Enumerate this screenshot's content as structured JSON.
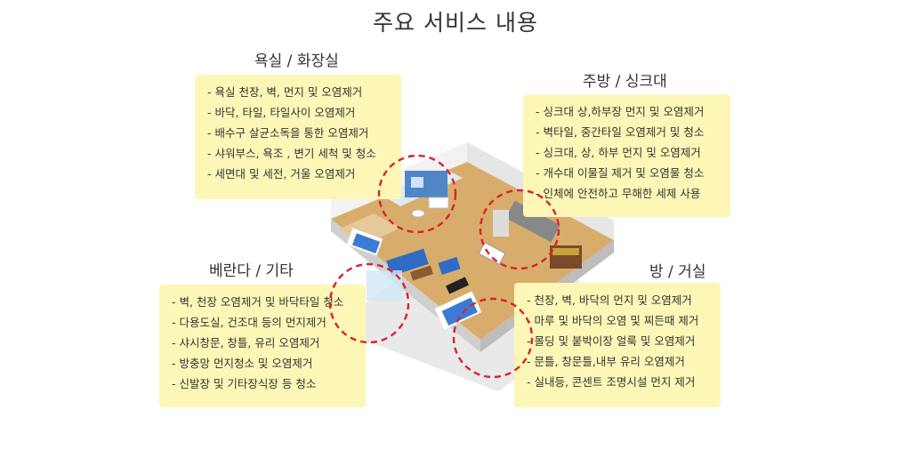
{
  "title": "주요 서비스 내용",
  "sections": [
    {
      "id": "bathroom",
      "heading": "욕실 / 화장실",
      "items": [
        "- 욕실 천장, 벽, 먼지 및 오염제거",
        "- 바닥, 타일, 타일사이 오염제거",
        "- 배수구 살균소독을 통한 오염제거",
        "- 샤워부스, 욕조 , 변기 세척 및 청소",
        "- 세면대 및 세전, 거울 오염제거"
      ]
    },
    {
      "id": "kitchen",
      "heading": "주방 / 싱크대",
      "items": [
        "- 싱크대 상,하부장 먼지 및 오염제거",
        "- 벽타일, 중간타일 오염제거 및 청소",
        "- 싱크대, 상, 하부 먼지 및 오염제거",
        "- 개수대 이물질 제거 및 오염물 청소",
        "- 인체에 안전하고 무해한 세제 사용"
      ]
    },
    {
      "id": "veranda",
      "heading": "베란다 / 기타",
      "items": [
        "- 벽, 천장 오염제거 및 바닥타일 청소",
        "- 다용도실, 건조대 등의 먼지제거",
        "- 샤시창문, 창틀, 유리 오염제거",
        "- 방충망 먼지청소 및 오염제거",
        "- 신발장 및 기타장식장 등 청소"
      ]
    },
    {
      "id": "room",
      "heading": "방 / 거실",
      "items": [
        "- 천장, 벽, 바닥의 먼지 및 오염제거",
        "- 마루 및 바닥의 오염 및 찌든때 제거",
        "- 몰딩 및 붙박이장 얼룩 및 오염제거",
        "- 문틀, 창문틀,내부 유리 오염제거",
        "- 실내등, 콘센트 조명시설 먼지 제거"
      ]
    }
  ],
  "colors": {
    "box_background": "#fdf7b7",
    "highlight_circle": "#d9232e",
    "floor": "#d8ad6b",
    "wall": "#f2f2f2",
    "furniture_blue": "#3a7bd5"
  }
}
